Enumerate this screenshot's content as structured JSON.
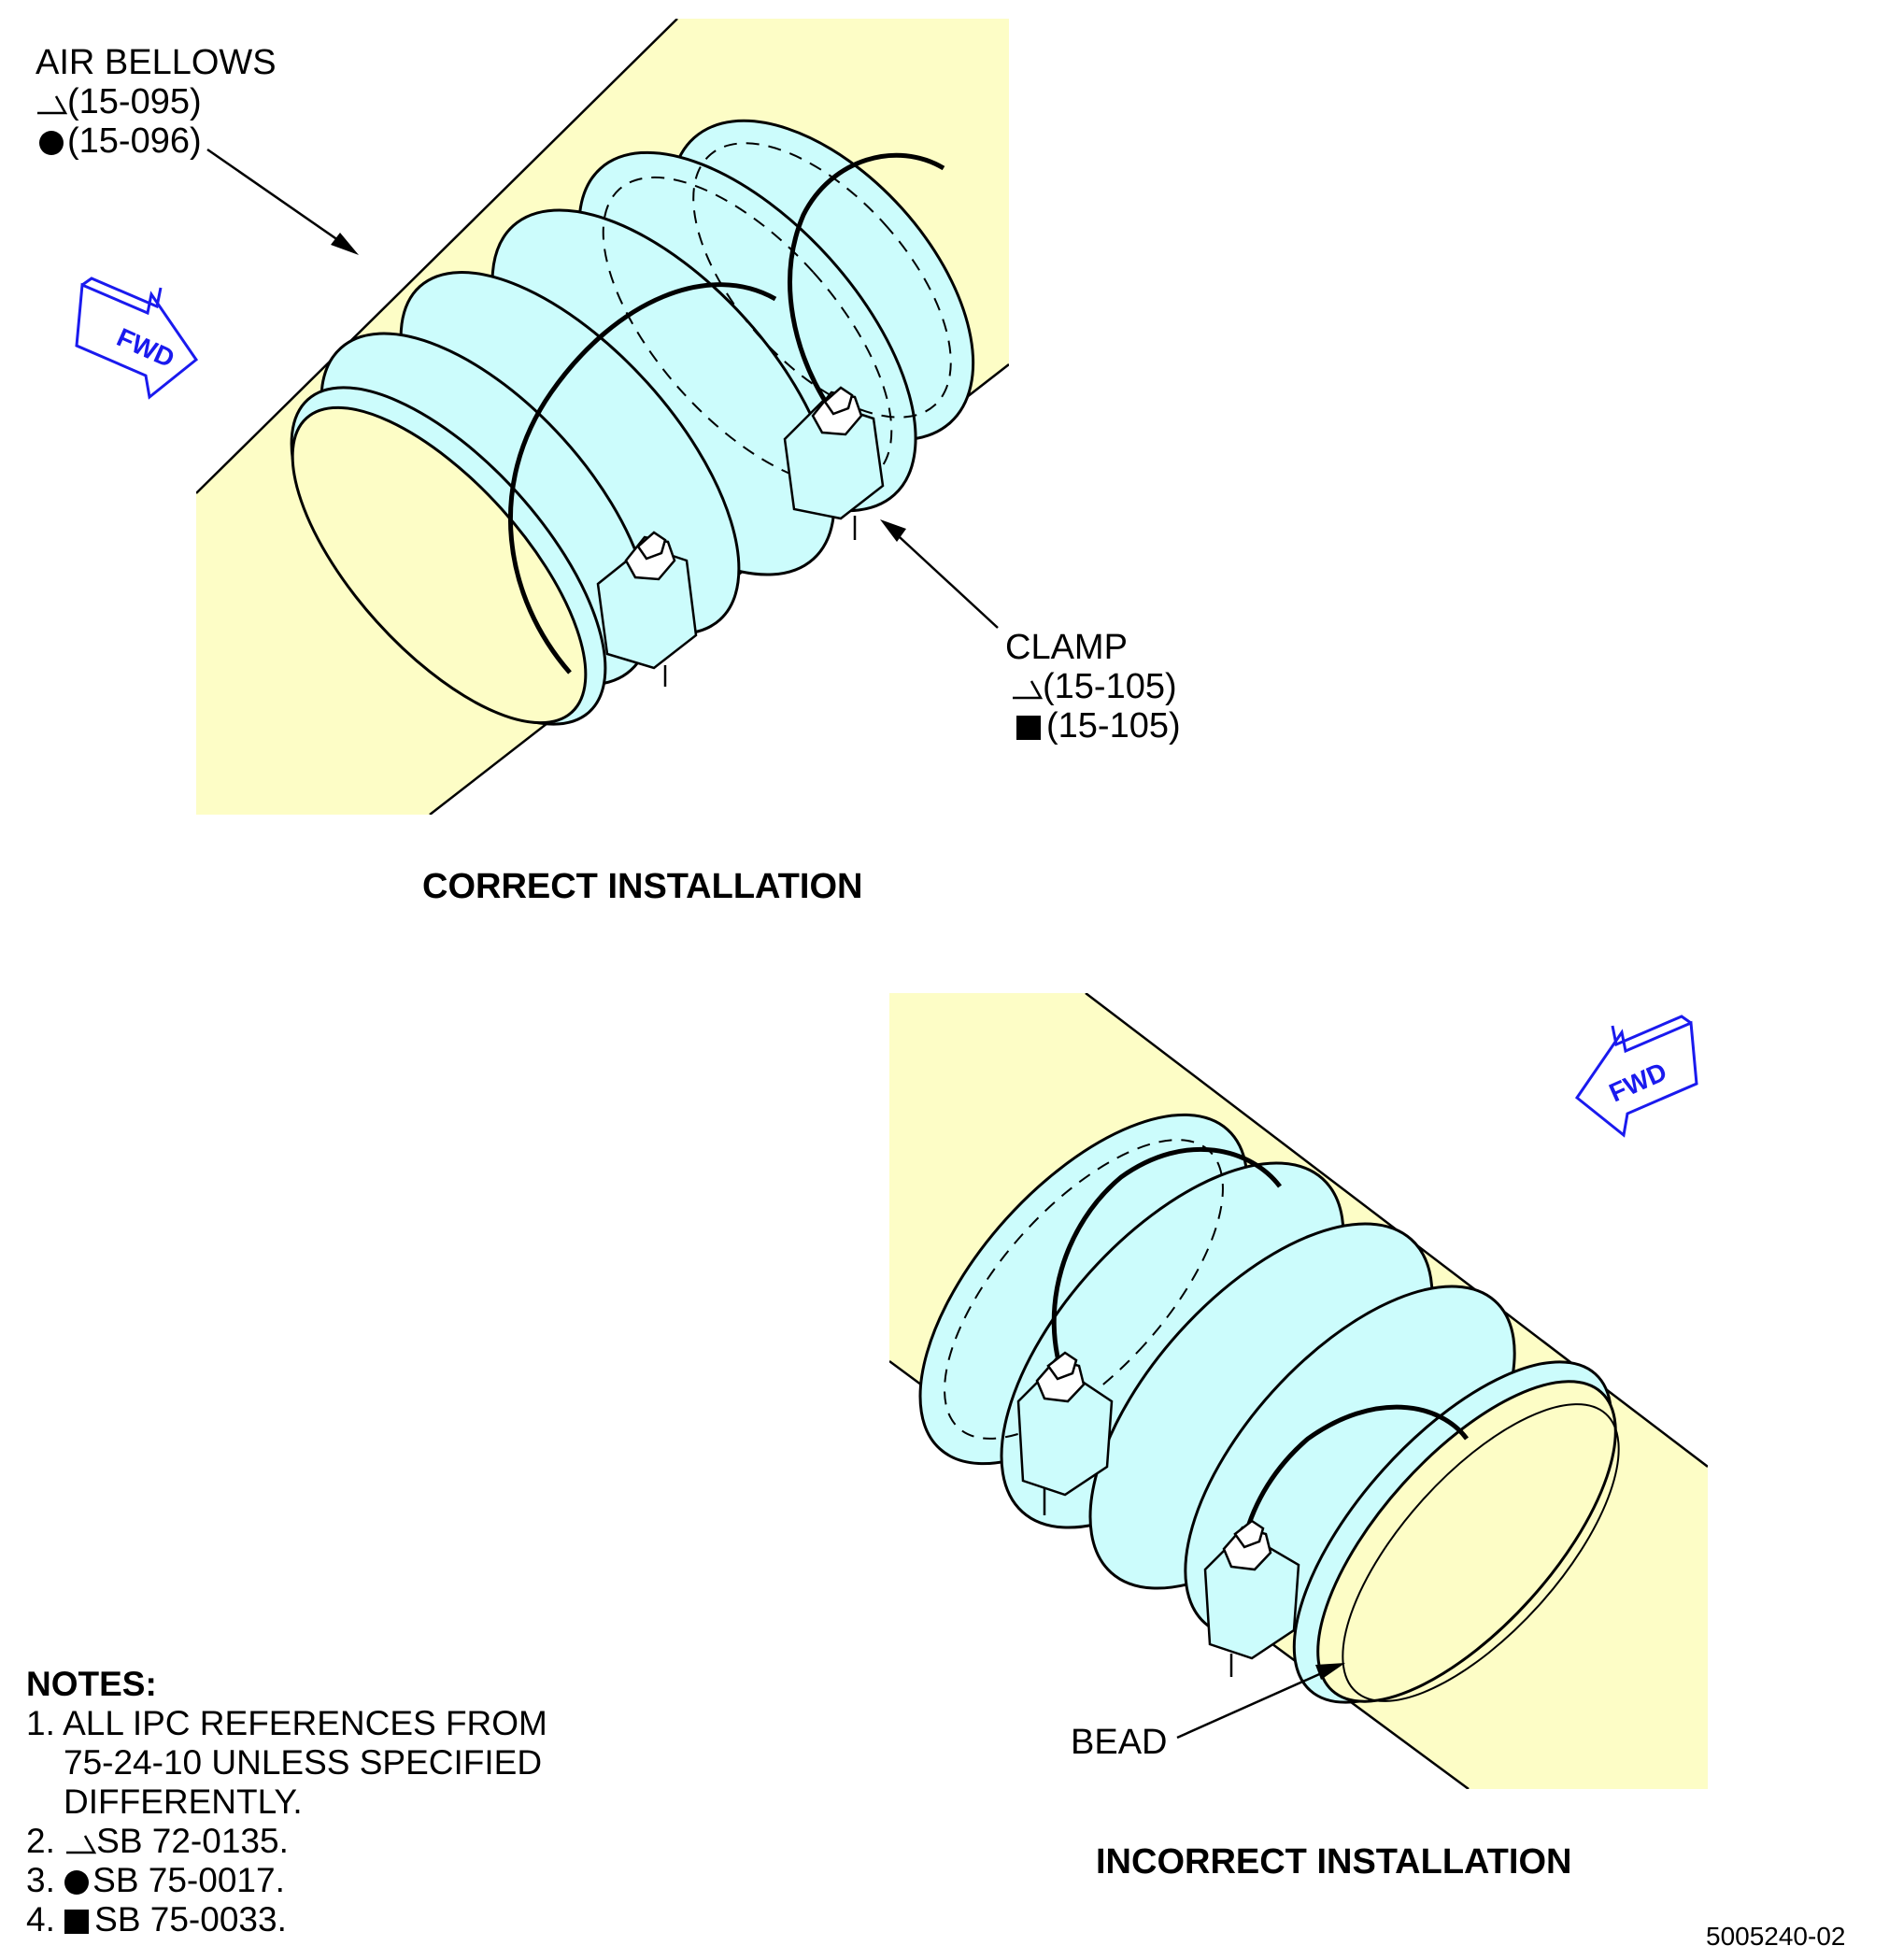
{
  "top_view": {
    "bellows_label": "AIR BELLOWS",
    "bellows_ref_a": "(15-095)",
    "bellows_ref_b": "(15-096)",
    "clamp_label": "CLAMP",
    "clamp_ref_a": "(15-105)",
    "clamp_ref_b": "(15-105)",
    "fwd_label": "FWD",
    "caption": "CORRECT INSTALLATION"
  },
  "bottom_view": {
    "bead_label": "BEAD",
    "fwd_label": "FWD",
    "caption": "INCORRECT INSTALLATION"
  },
  "notes": {
    "heading": "NOTES:",
    "n1_line1": "1. ALL IPC REFERENCES FROM",
    "n1_line2": "75-24-10 UNLESS SPECIFIED",
    "n1_line3": "DIFFERENTLY.",
    "n2_prefix": "2.",
    "n2_text": "SB 72-0135.",
    "n3_prefix": "3.",
    "n3_text": "SB 75-0017.",
    "n4_prefix": "4.",
    "n4_text": "SB 75-0033."
  },
  "figure_id": "5005240-02",
  "colors": {
    "duct_fill": "#fdfdc6",
    "bellows_fill": "#ccfcfc",
    "fwd_blue": "#1a1aee",
    "line": "#000000"
  }
}
